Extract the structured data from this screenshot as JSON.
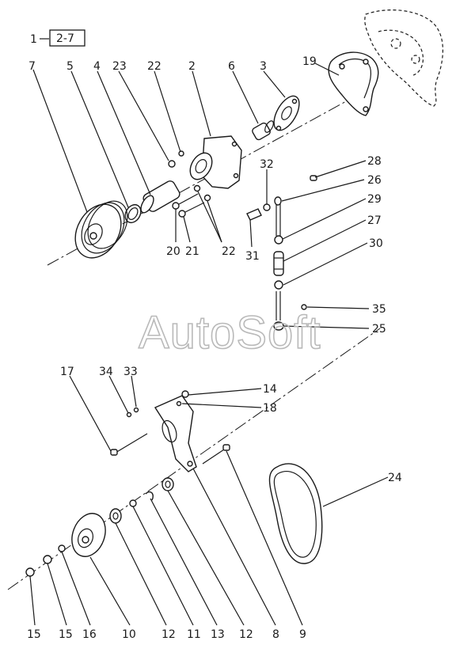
{
  "reference": {
    "prefix": "1",
    "code": "2-7"
  },
  "watermark": "AutoSoft",
  "callouts": [
    {
      "id": "c7",
      "text": "7"
    },
    {
      "id": "c5",
      "text": "5"
    },
    {
      "id": "c4",
      "text": "4"
    },
    {
      "id": "c23",
      "text": "23"
    },
    {
      "id": "c22a",
      "text": "22"
    },
    {
      "id": "c2",
      "text": "2"
    },
    {
      "id": "c6",
      "text": "6"
    },
    {
      "id": "c3",
      "text": "3"
    },
    {
      "id": "c19",
      "text": "19"
    },
    {
      "id": "c28",
      "text": "28"
    },
    {
      "id": "c32",
      "text": "32"
    },
    {
      "id": "c26",
      "text": "26"
    },
    {
      "id": "c29",
      "text": "29"
    },
    {
      "id": "c27",
      "text": "27"
    },
    {
      "id": "c30",
      "text": "30"
    },
    {
      "id": "c20",
      "text": "20"
    },
    {
      "id": "c21",
      "text": "21"
    },
    {
      "id": "c22b",
      "text": "22"
    },
    {
      "id": "c31",
      "text": "31"
    },
    {
      "id": "c35",
      "text": "35"
    },
    {
      "id": "c25",
      "text": "25"
    },
    {
      "id": "c17",
      "text": "17"
    },
    {
      "id": "c34",
      "text": "34"
    },
    {
      "id": "c33",
      "text": "33"
    },
    {
      "id": "c14",
      "text": "14"
    },
    {
      "id": "c18",
      "text": "18"
    },
    {
      "id": "c24",
      "text": "24"
    },
    {
      "id": "c15a",
      "text": "15"
    },
    {
      "id": "c15b",
      "text": "15"
    },
    {
      "id": "c16",
      "text": "16"
    },
    {
      "id": "c10",
      "text": "10"
    },
    {
      "id": "c12a",
      "text": "12"
    },
    {
      "id": "c11",
      "text": "11"
    },
    {
      "id": "c13",
      "text": "13"
    },
    {
      "id": "c12b",
      "text": "12"
    },
    {
      "id": "c8",
      "text": "8"
    },
    {
      "id": "c9",
      "text": "9"
    }
  ]
}
